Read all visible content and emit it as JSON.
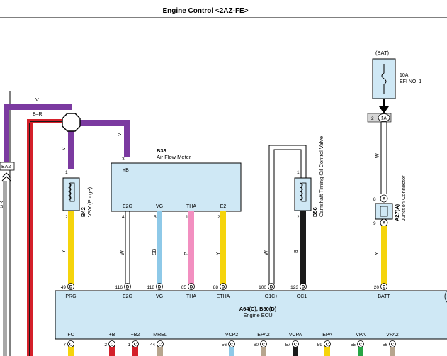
{
  "title": "Engine Control <2AZ-FE>",
  "colors": {
    "purple": "#7b3aa0",
    "yellow": "#f5d40c",
    "pink": "#f28fc0",
    "skyblue": "#8ec9e8",
    "gray": "#a8a8a8",
    "red": "#d4202a",
    "black": "#1a1a1a",
    "tan": "#b7a58e",
    "green": "#27a545",
    "component_fill": "#cfe8f5"
  },
  "wires": {
    "v_top": "V",
    "br_top": "B–R",
    "v_right": "V",
    "v_prg": "V",
    "y_prg": "Y",
    "w_e2g": "W",
    "sb_vg": "SB",
    "p_tha": "P",
    "y_e2": "Y",
    "w_oc": "W",
    "b_oc": "B",
    "w_j": "W",
    "y_batt": "Y",
    "gr_left": "GR"
  },
  "fuse": {
    "header": "(BAT)",
    "amp": "10A",
    "name": "EFI NO. 1",
    "pin": "2",
    "conn": "1A"
  },
  "junction": {
    "code": "A27(A)",
    "name": "Junction Connector",
    "pin_in": "8",
    "pin_out": "9",
    "letter": "A"
  },
  "vsv": {
    "code": "B42",
    "name": "VSV (Purge)",
    "pin_top": "1",
    "pin_bottom": "2"
  },
  "afm": {
    "code": "B33",
    "name": "Air Flow Meter",
    "plus_b": "+B",
    "pin_plus_b": "3",
    "terms": [
      {
        "label": "E2G",
        "pin": "4"
      },
      {
        "label": "VG",
        "pin": "5"
      },
      {
        "label": "THA",
        "pin": "1"
      },
      {
        "label": "E2",
        "pin": "2"
      }
    ]
  },
  "ocv": {
    "code": "B56",
    "name": "Camshaft Timing Oil Control Valve",
    "pin_top": "1",
    "pin_bottom": "2"
  },
  "left_conn": {
    "code": "BA2"
  },
  "ecu": {
    "codes": "A64(C), B50(D)",
    "name": "Engine ECU",
    "top_pins": [
      {
        "num": "49",
        "letter": "D",
        "label": "PRG"
      },
      {
        "num": "116",
        "letter": "D",
        "label": "E2G"
      },
      {
        "num": "118",
        "letter": "D",
        "label": "VG"
      },
      {
        "num": "65",
        "letter": "D",
        "label": "THA"
      },
      {
        "num": "88",
        "letter": "D",
        "label": "ETHA"
      },
      {
        "num": "100",
        "letter": "D",
        "label": "O1C+"
      },
      {
        "num": "123",
        "letter": "D",
        "label": "OC1−"
      },
      {
        "num": "20",
        "letter": "C",
        "label": "BATT"
      }
    ],
    "bottom_pins": [
      {
        "num": "7",
        "letter": "C",
        "label": "FC"
      },
      {
        "num": "2",
        "letter": "C",
        "label": "+B"
      },
      {
        "num": "1",
        "letter": "C",
        "label": "+B2"
      },
      {
        "num": "44",
        "letter": "C",
        "label": "MREL"
      },
      {
        "num": "56",
        "letter": "C",
        "label": "VCP2"
      },
      {
        "num": "60",
        "letter": "C",
        "label": "EPA2"
      },
      {
        "num": "57",
        "letter": "C",
        "label": "VCPA"
      },
      {
        "num": "59",
        "letter": "C",
        "label": "EPA"
      },
      {
        "num": "55",
        "letter": "C",
        "label": "VPA"
      },
      {
        "num": "56",
        "letter": "C",
        "label": "VPA2"
      }
    ]
  }
}
